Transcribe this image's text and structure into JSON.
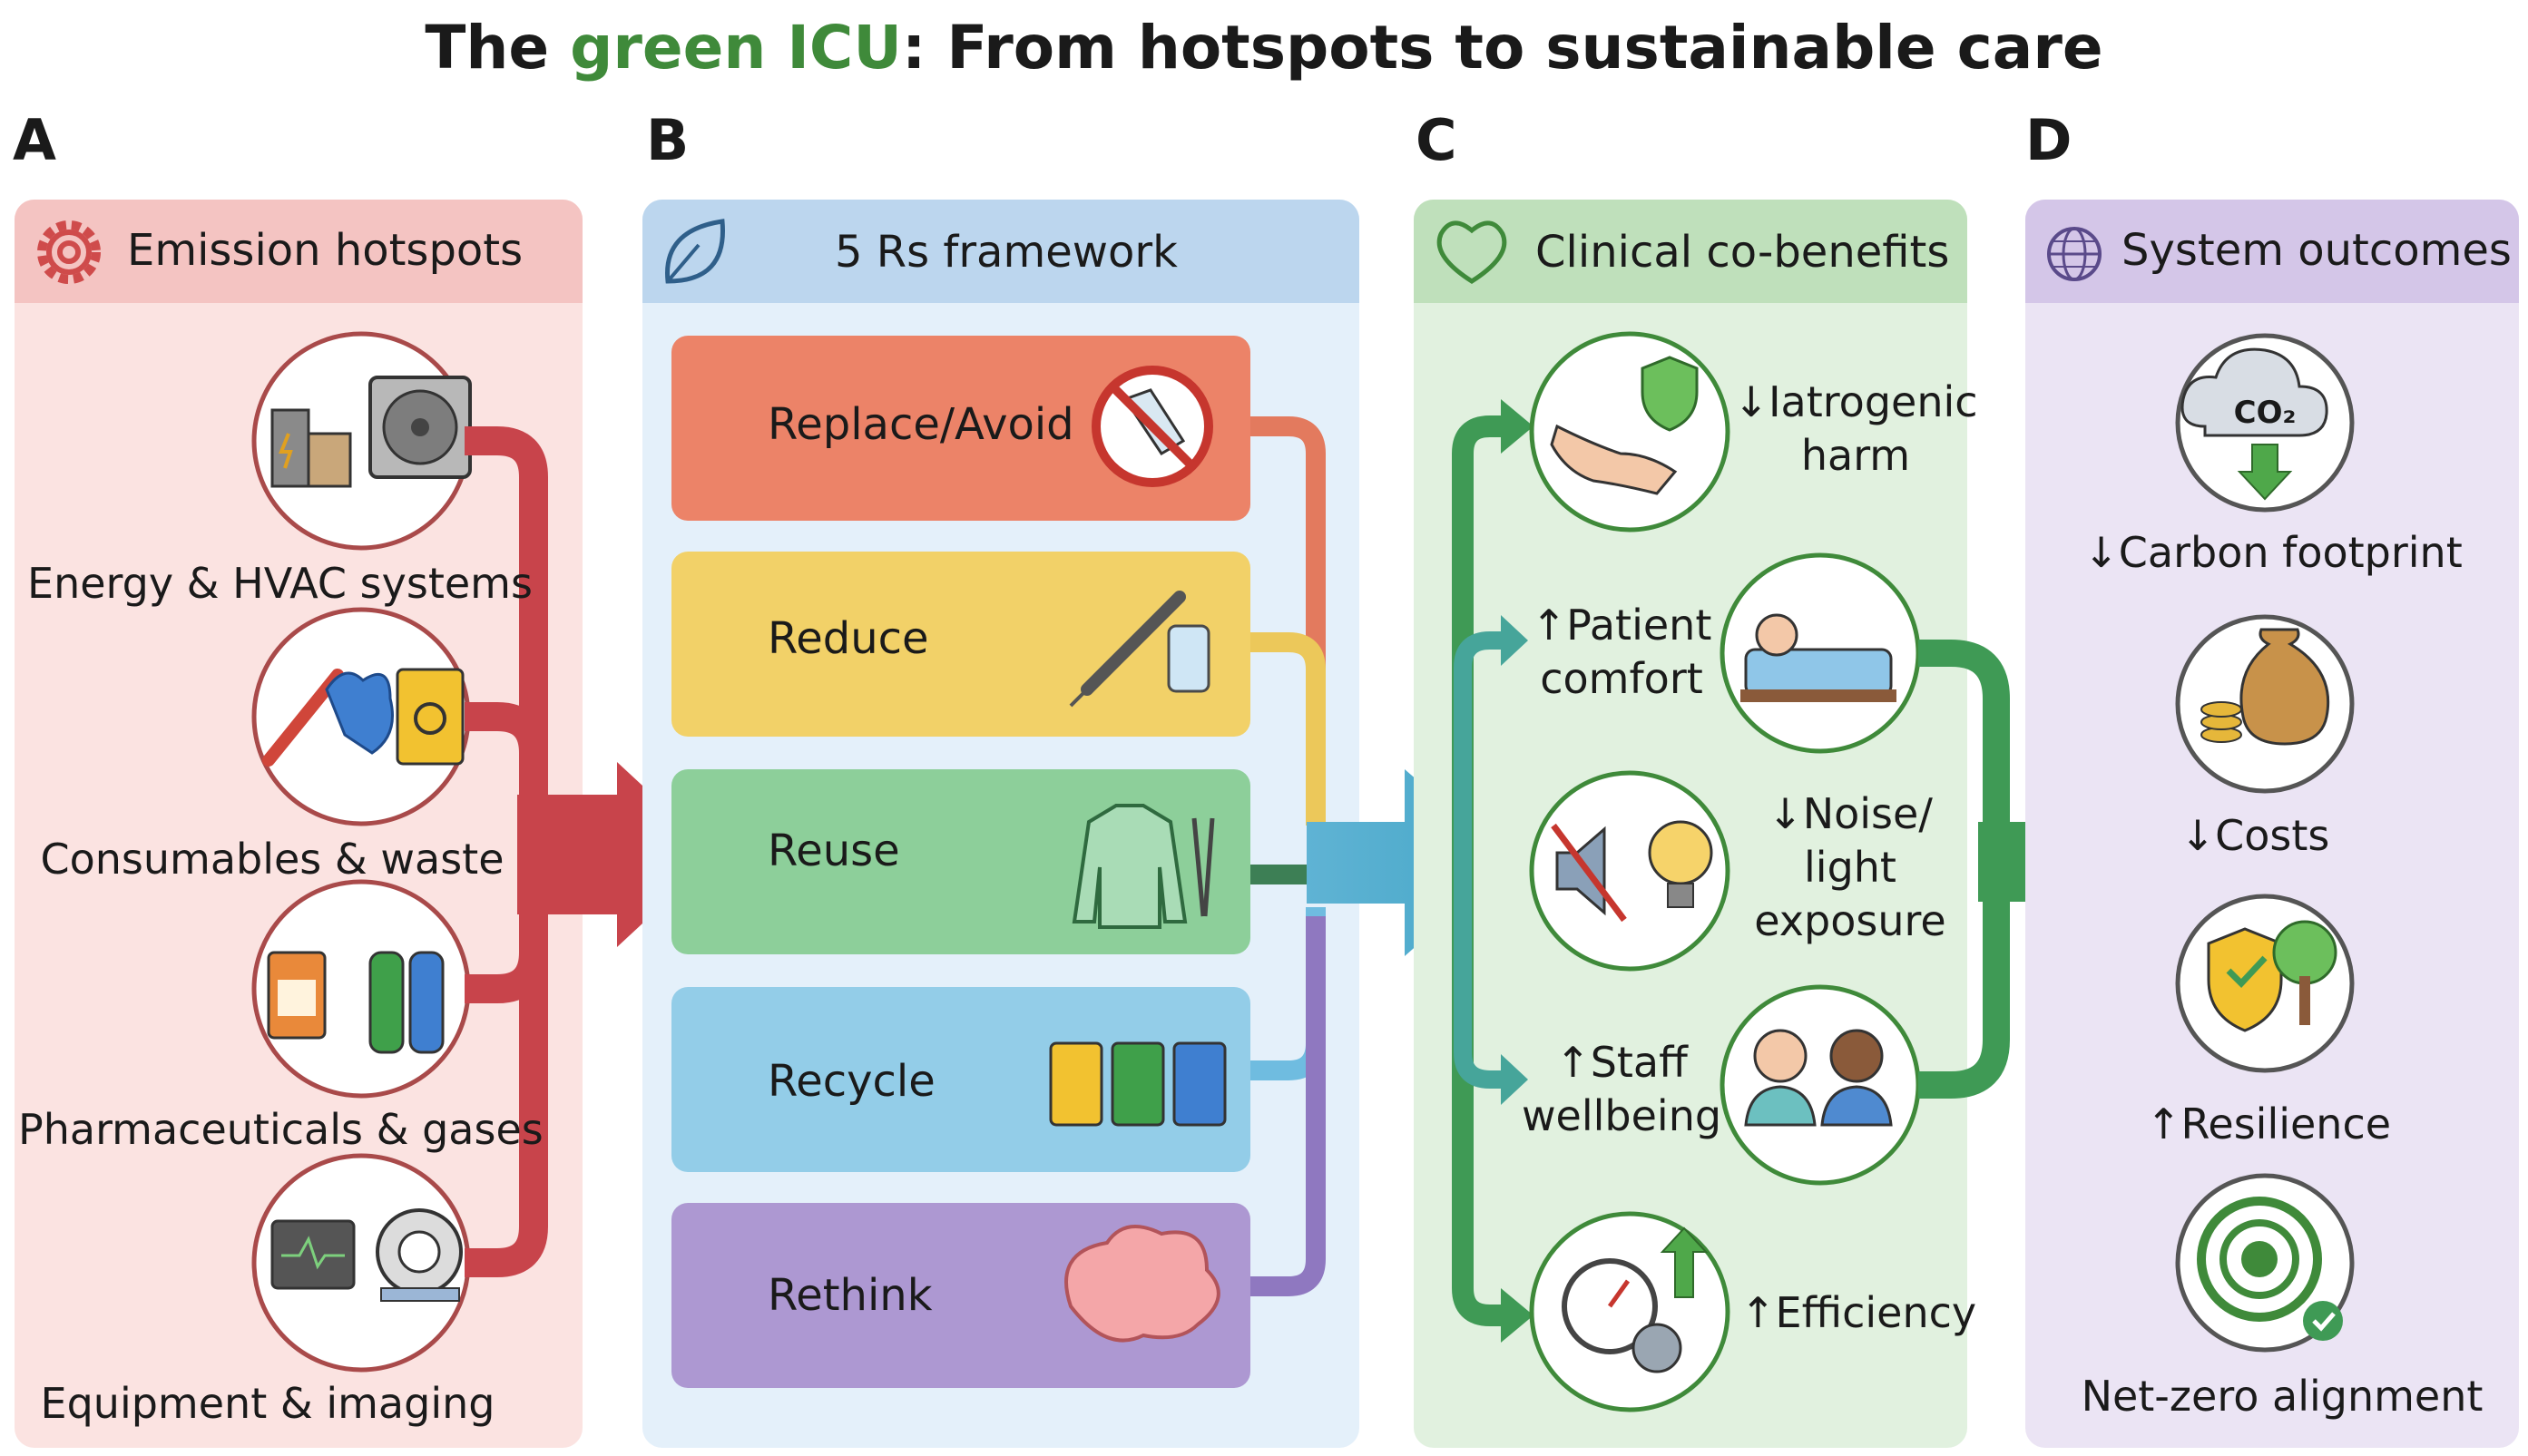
{
  "title": {
    "prefix": "The ",
    "highlight": "green ICU",
    "suffix": ": From hotspots to sustainable care"
  },
  "panels": {
    "a": {
      "letter": "A",
      "heading": "Emission hotspots",
      "items": [
        "Energy & HVAC systems",
        "Consumables & waste",
        "Pharmaceuticals & gases",
        "Equipment & imaging"
      ]
    },
    "b": {
      "letter": "B",
      "heading": "5 Rs framework",
      "items": [
        "Replace/Avoid",
        "Reduce",
        "Reuse",
        "Recycle",
        "Rethink"
      ]
    },
    "c": {
      "letter": "C",
      "heading": "Clinical co-benefits",
      "items": [
        {
          "l1": "↓Iatrogenic",
          "l2": "harm"
        },
        {
          "l1": "↑Patient",
          "l2": "comfort"
        },
        {
          "l1": "↓Noise/",
          "l2": "light",
          "l3": "exposure"
        },
        {
          "l1": "↑Staff",
          "l2": "wellbeing"
        },
        {
          "l1": "↑Efficiency"
        }
      ]
    },
    "d": {
      "letter": "D",
      "heading": "System outcomes",
      "items": [
        "↓Carbon footprint",
        "↓Costs",
        "↑Resilience",
        "Net-zero alignment"
      ],
      "co2": "CO₂"
    }
  },
  "colors": {
    "green_accent": "#3f8a3a",
    "panel_a": "#fbe3e1",
    "panel_a_head": "#f4c4c2",
    "arrow_a": "#c8444b",
    "panel_b": "#e4f0fa",
    "panel_b_head": "#bcd6ee",
    "replace": "#ec8368",
    "reduce": "#f2d168",
    "reuse": "#8dcf9a",
    "recycle": "#93cde8",
    "rethink": "#ad98d2",
    "panel_c": "#e1f1df",
    "panel_c_head": "#bfe0bb",
    "arrow_c": "#3f9a4f",
    "panel_d": "#ebe4f4",
    "panel_d_head": "#d4c6e8"
  }
}
